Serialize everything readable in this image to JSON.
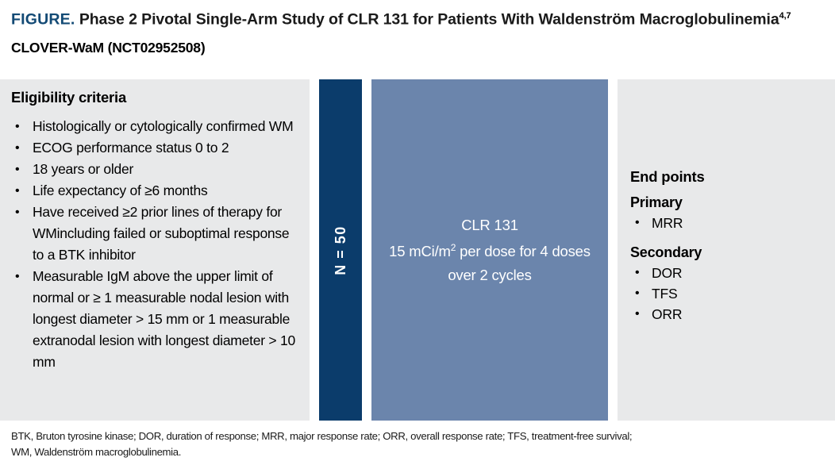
{
  "header": {
    "figure_label": "FIGURE.",
    "title": "Phase 2 Pivotal Single-Arm Study of CLR 131 for Patients With Waldenström Macroglobulinemia",
    "title_superscript": "4,7",
    "trial_name": "CLOVER-WaM (NCT02952508)"
  },
  "eligibility": {
    "heading": "Eligibility criteria",
    "criteria": [
      "Histologically or cytologically confirmed WM",
      "ECOG performance status 0 to 2",
      " 18 years or older",
      "Life expectancy of ≥6 months",
      "Have received ≥2 prior lines of therapy for WMincluding failed or suboptimal response to a BTK inhibitor",
      "Measurable IgM above the upper limit of normal or ≥ 1 measurable nodal lesion with longest diameter > 15 mm or 1 measurable extranodal lesion with longest diameter > 10 mm"
    ]
  },
  "enrollment": {
    "label": "N = 50"
  },
  "treatment": {
    "drug": "CLR 131",
    "dose_prefix": "15 mCi/m",
    "dose_superscript": "2",
    "dose_suffix": " per dose for 4 doses over 2 cycles"
  },
  "endpoints": {
    "title": "End points",
    "groups": [
      {
        "label": "Primary",
        "items": [
          "MRR"
        ]
      },
      {
        "label": "Secondary",
        "items": [
          "DOR",
          "TFS",
          "ORR"
        ]
      }
    ]
  },
  "footnote": {
    "line1": "BTK, Bruton tyrosine kinase; DOR, duration of response; MRR, major response rate; ORR, overall response rate; TFS, treatment-free survival;",
    "line2": "WM, Waldenström macroglobulinemia."
  },
  "colors": {
    "figure_label": "#134a75",
    "panel_background": "#e8e9ea",
    "enrollment_bar": "#0b3c6b",
    "treatment_box": "#6b85ac",
    "text": "#000000"
  }
}
